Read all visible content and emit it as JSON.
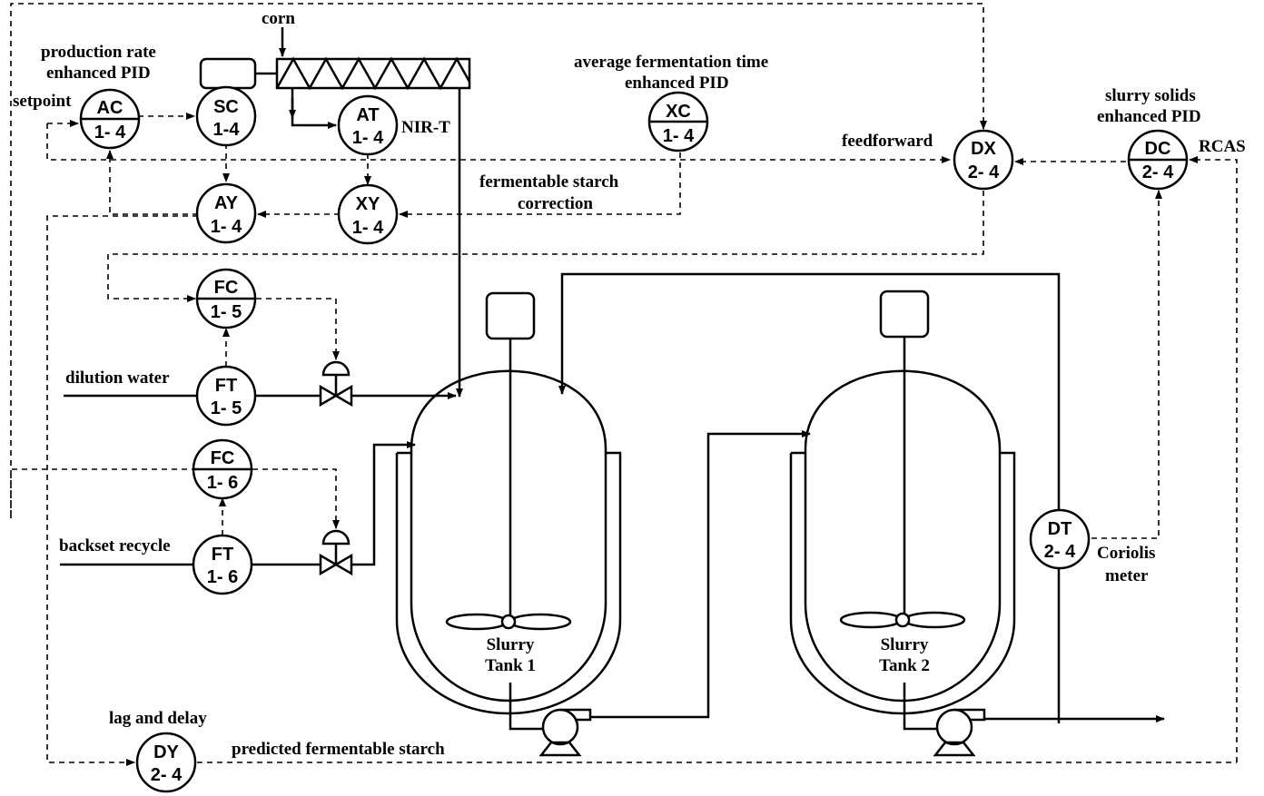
{
  "labels": {
    "corn": "corn",
    "production_rate_1": "production rate",
    "production_rate_2": "enhanced PID",
    "setpoint": "setpoint",
    "nir_t": "NIR-T",
    "avg_ferm_1": "average fermentation time",
    "avg_ferm_2": "enhanced PID",
    "slurry_solids_1": "slurry  solids",
    "slurry_solids_2": "enhanced PID",
    "feedforward": "feedforward",
    "rcas": "RCAS",
    "ferm_starch_1": "fermentable starch",
    "ferm_starch_2": "correction",
    "dilution_water": "dilution  water",
    "backset_recycle": "backset recycle",
    "coriolis_1": "Coriolis",
    "coriolis_2": "meter",
    "tank1_1": "Slurry",
    "tank1_2": "Tank 1",
    "tank2_1": "Slurry",
    "tank2_2": "Tank 2",
    "lag_delay": "lag and delay",
    "predicted_starch": "predicted  fermentable starch"
  },
  "instruments": {
    "AC": {
      "tag": "AC",
      "loop": "1- 4"
    },
    "SC": {
      "tag": "SC",
      "loop": "1-4"
    },
    "AT": {
      "tag": "AT",
      "loop": "1- 4"
    },
    "XC": {
      "tag": "XC",
      "loop": "1- 4"
    },
    "DX": {
      "tag": "DX",
      "loop": "2- 4"
    },
    "DC": {
      "tag": "DC",
      "loop": "2- 4"
    },
    "AY": {
      "tag": "AY",
      "loop": "1- 4"
    },
    "XY": {
      "tag": "XY",
      "loop": "1- 4"
    },
    "FC15": {
      "tag": "FC",
      "loop": "1- 5"
    },
    "FT15": {
      "tag": "FT",
      "loop": "1- 5"
    },
    "FC16": {
      "tag": "FC",
      "loop": "1- 6"
    },
    "FT16": {
      "tag": "FT",
      "loop": "1- 6"
    },
    "DT": {
      "tag": "DT",
      "loop": "2- 4"
    },
    "DY": {
      "tag": "DY",
      "loop": "2- 4"
    }
  }
}
